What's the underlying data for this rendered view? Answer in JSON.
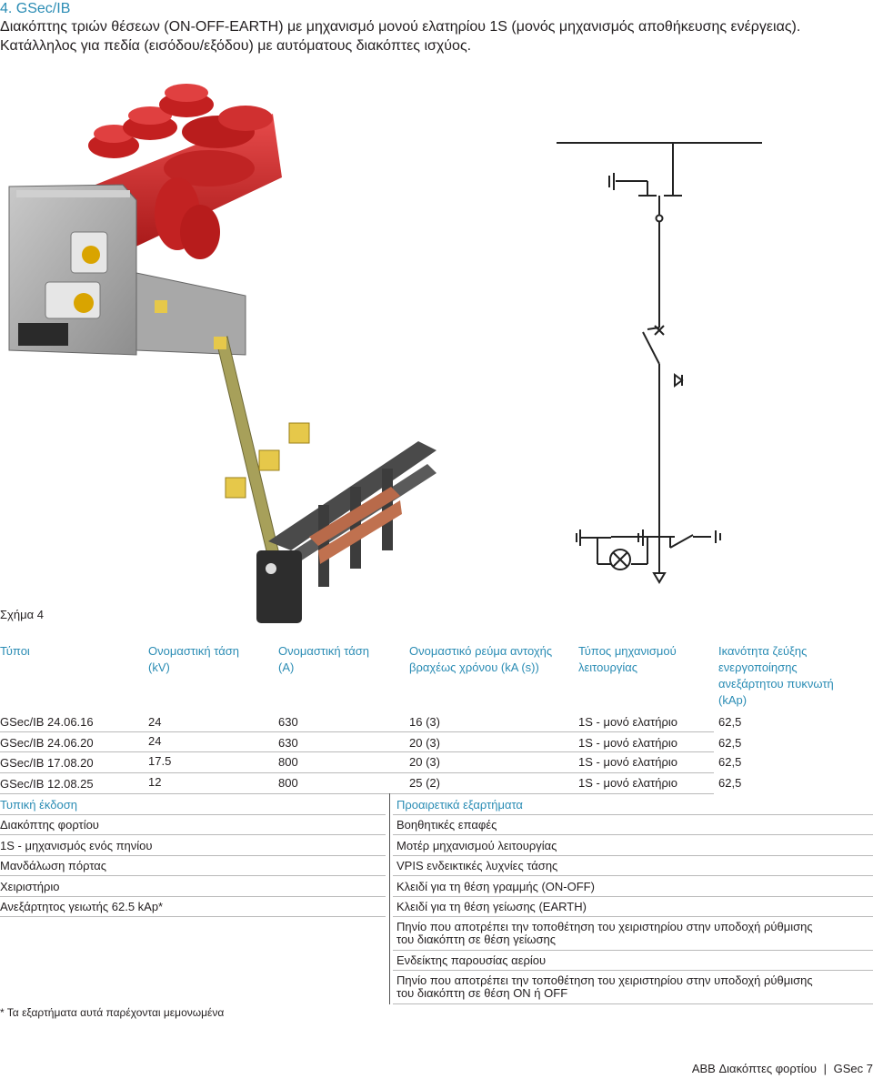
{
  "header": {
    "title": "4. GSec/IB",
    "line1": "Διακόπτης τριών θέσεων (ON-OFF-EARTH) με μηχανισμό μονού ελατηρίου 1S (μονός μηχανισμός αποθήκευσης ενέργειας).",
    "line2": "Κατάλληλος για πεδία (εισόδου/εξόδου) με αυτόματους διακόπτες ισχύος."
  },
  "figure": {
    "caption": "Σχήμα 4",
    "accent_color": "#2a8cb4",
    "insulator_color": "#d42a2a"
  },
  "table": {
    "headers": [
      [
        "Τύποι"
      ],
      [
        "Ονομαστική τάση",
        "(kV)"
      ],
      [
        "Ονομαστική τάση",
        "(A)"
      ],
      [
        "Ονομαστικό ρεύμα αντοχής",
        "βραχέως χρόνου (kA (s))"
      ],
      [
        "Τύπος μηχανισμού",
        "λειτουργίας"
      ],
      [
        "Ικανότητα ζεύξης",
        "ενεργοποίησης",
        "ανεξάρτητου πυκνωτή",
        "(kAp)"
      ]
    ],
    "rows": [
      [
        "GSec/IB 24.06.16",
        "24",
        "630",
        "16 (3)",
        "1S - μονό ελατήριο",
        "62,5"
      ],
      [
        "GSec/IB 24.06.20",
        "24",
        "630",
        "20 (3)",
        "1S - μονό ελατήριο",
        "62,5"
      ],
      [
        "GSec/IB 17.08.20",
        "17.5",
        "800",
        "20 (3)",
        "1S - μονό ελατήριο",
        "62,5"
      ],
      [
        "GSec/IB 12.08.25",
        "12",
        "800",
        "25 (2)",
        "1S - μονό ελατήριο",
        "62,5"
      ]
    ]
  },
  "standard": {
    "title": "Τυπική έκδοση",
    "items": [
      "Διακόπτης φορτίου",
      "1S - μηχανισμός ενός πηνίου",
      "Μανδάλωση πόρτας",
      "Χειριστήριο",
      "Ανεξάρτητος γειωτής 62.5 kAp*"
    ]
  },
  "optional": {
    "title": "Προαιρετικά εξαρτήματα",
    "items": [
      [
        "Βοηθητικές επαφές"
      ],
      [
        "Μοτέρ μηχανισμού λειτουργίας"
      ],
      [
        "VPIS ενδεικτικές λυχνίες τάσης"
      ],
      [
        "Κλειδί για τη θέση γραμμής (ON-OFF)"
      ],
      [
        "Κλειδί για τη θέση γείωσης (EARTH)"
      ],
      [
        "Πηνίο που αποτρέπει την τοποθέτηση του χειριστηρίου στην υποδοχή ρύθμισης",
        "του διακόπτη σε θέση γείωσης"
      ],
      [
        "Ενδείκτης παρουσίας αερίου"
      ],
      [
        "Πηνίο που αποτρέπει την τοποθέτηση του χειριστηρίου στην υποδοχή ρύθμισης",
        "του διακόπτη σε θέση ON ή OFF"
      ]
    ]
  },
  "footnote": "* Τα εξαρτήματα αυτά παρέχονται μεμονωμένα",
  "footer": {
    "brand": "ABB",
    "doc": "Διακόπτες φορτίου",
    "separator": "|",
    "section": "GSec",
    "page": "7"
  }
}
